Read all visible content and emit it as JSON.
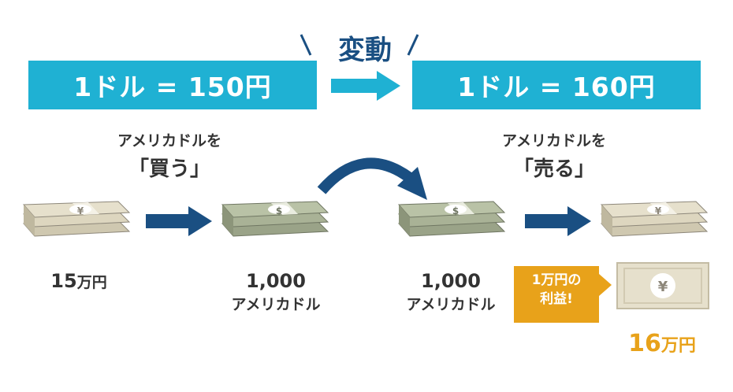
{
  "header": {
    "change_label": "変動",
    "rate_before": "1ドル = 150円",
    "rate_after": "1ドル = 160円"
  },
  "captions": {
    "buy_top": "アメリカドルを",
    "buy_quote": "「買う」",
    "sell_top": "アメリカドルを",
    "sell_quote": "「売る」"
  },
  "amounts": {
    "yen_start_num": "15",
    "yen_start_unit": "万円",
    "usd_mid1_num": "1,000",
    "usd_mid1_unit": "アメリカドル",
    "usd_mid2_num": "1,000",
    "usd_mid2_unit": "アメリカドル",
    "yen_end_num": "16",
    "yen_end_unit": "万円"
  },
  "profit": {
    "line1": "1万円の",
    "line2": "利益!"
  },
  "icons": {
    "yen_symbol": "¥",
    "dollar_symbol": "$"
  },
  "colors": {
    "rate_box": "#1fb1d3",
    "arrow_navy": "#1a4f82",
    "profit_orange": "#e8a21a",
    "yen_bill": "#e6e0cc",
    "dollar_bill": "#b9c2a6"
  }
}
